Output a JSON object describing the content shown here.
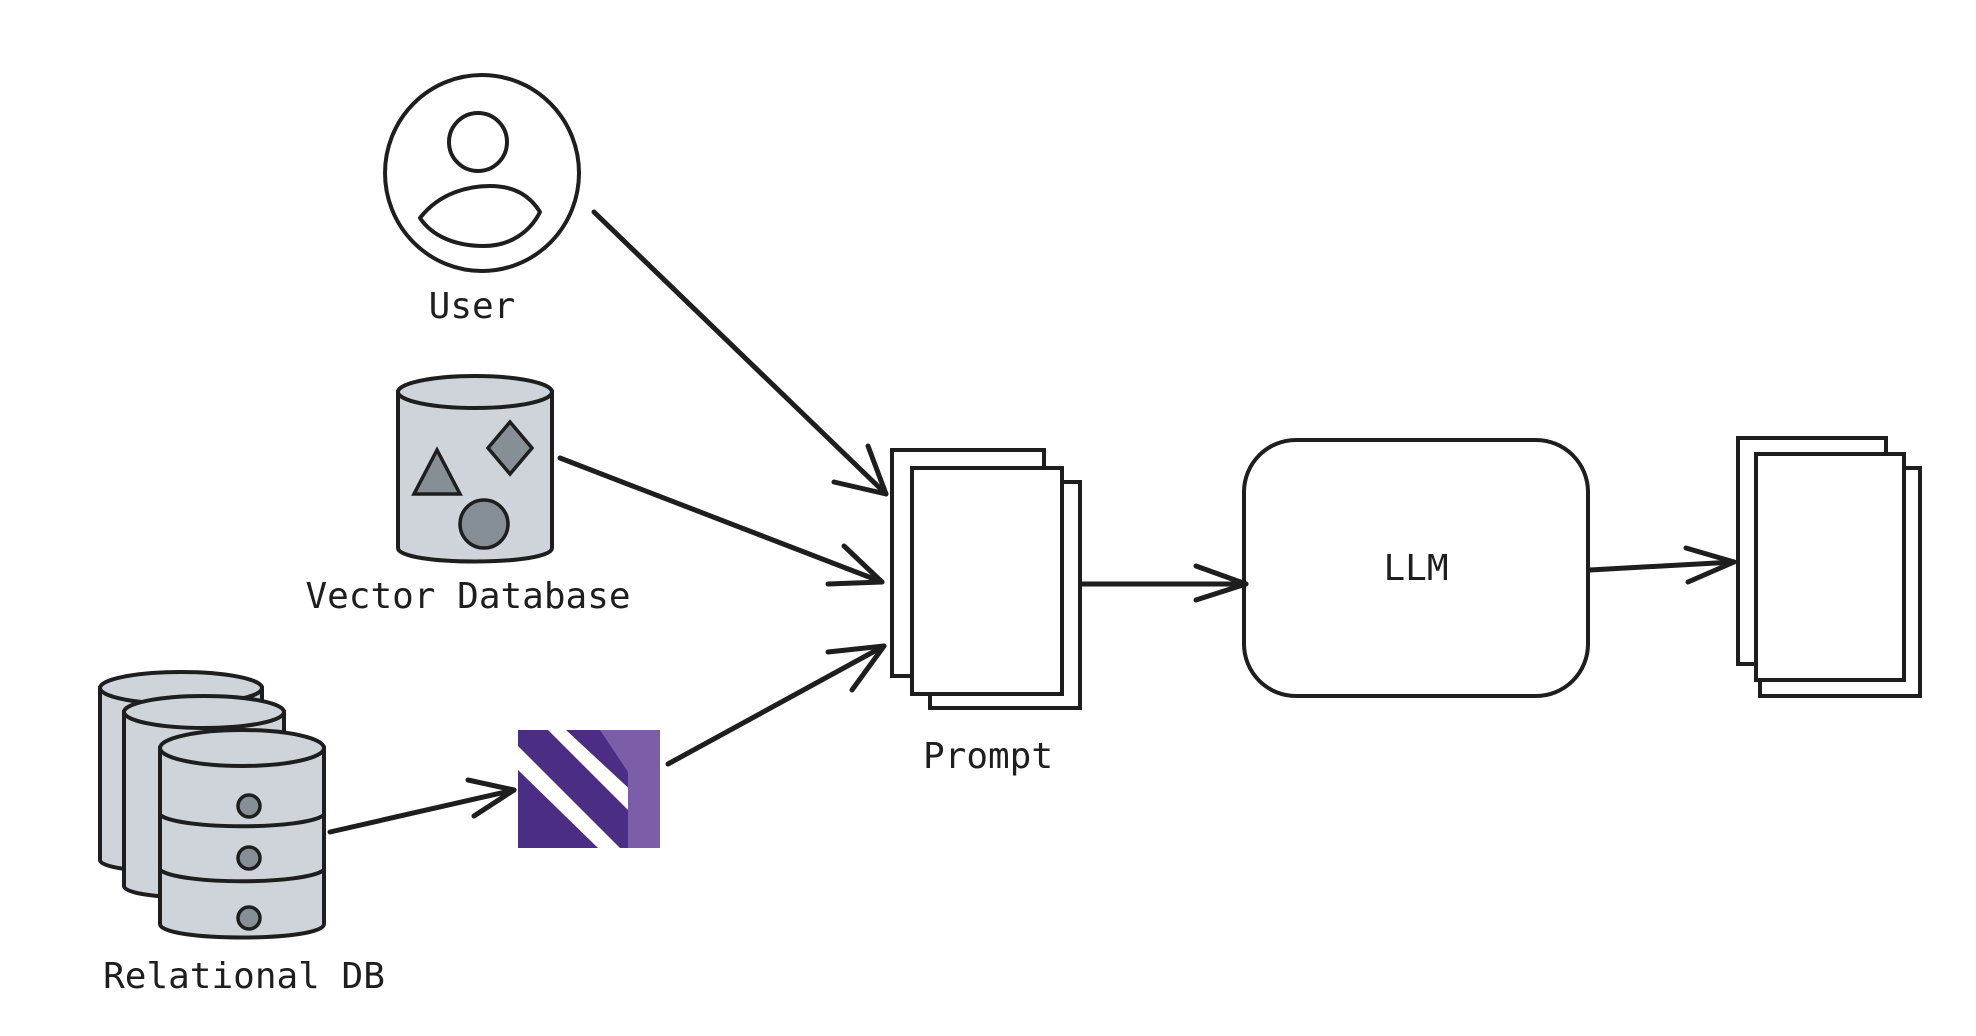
{
  "nodes": {
    "user": {
      "label": "User",
      "icon": "user-icon"
    },
    "vector_db": {
      "label": "Vector Database",
      "icon": "vector-database-icon"
    },
    "relational_db": {
      "label": "Relational DB",
      "icon": "relational-db-icon"
    },
    "connector": {
      "label": "",
      "icon": "connector-logo",
      "color": "#4b2e83"
    },
    "prompt": {
      "label": "Prompt",
      "icon": "document-stack-icon"
    },
    "llm": {
      "label": "LLM"
    },
    "output": {
      "label": "",
      "icon": "document-stack-icon"
    }
  },
  "edges": [
    {
      "from": "user",
      "to": "prompt"
    },
    {
      "from": "vector_db",
      "to": "prompt"
    },
    {
      "from": "relational_db",
      "to": "connector"
    },
    {
      "from": "connector",
      "to": "prompt"
    },
    {
      "from": "prompt",
      "to": "llm"
    },
    {
      "from": "llm",
      "to": "output"
    }
  ],
  "colors": {
    "stroke": "#1e1e1e",
    "cylinder_fill": "#ced4da",
    "shape_fill": "#868e96",
    "logo_dark": "#4b2e83",
    "logo_light": "#7b5ea7"
  }
}
